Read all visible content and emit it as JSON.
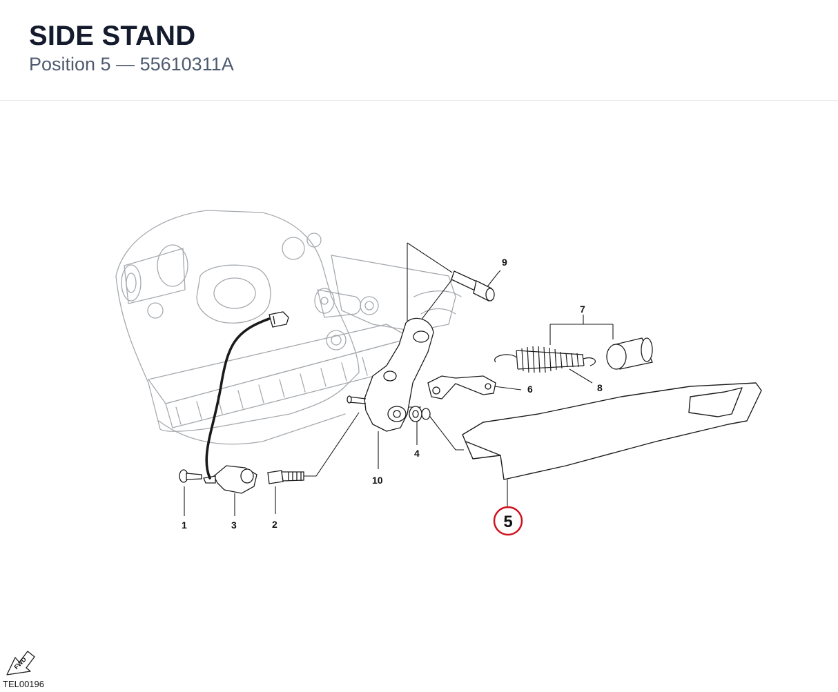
{
  "header": {
    "title": "SIDE STAND",
    "subtitle": "Position 5 — 55610311A"
  },
  "diagram": {
    "callouts": [
      "1",
      "2",
      "3",
      "4",
      "5",
      "6",
      "7",
      "8",
      "9",
      "10"
    ],
    "highlighted_callout": "5",
    "highlight_color": "#d0111f",
    "fwd_label": "FWD",
    "reference_code": "TEL00196"
  }
}
